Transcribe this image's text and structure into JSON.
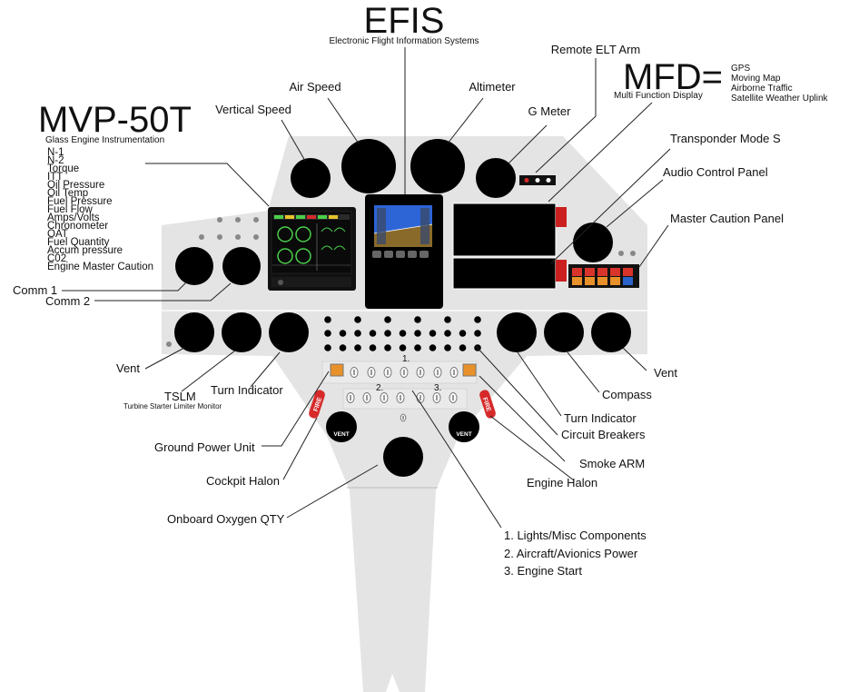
{
  "headings": {
    "efis_title": "EFIS",
    "efis_subtitle": "Electronic Flight Information Systems",
    "mfd_title": "MFD=",
    "mfd_subtitle": "Multi Function Display",
    "mfd_items": [
      "GPS",
      "Moving Map",
      "Airborne Traffic",
      "Satellite Weather Uplink"
    ],
    "mvp_title": "MVP-50T",
    "mvp_subtitle": "Glass Engine Instrumentation",
    "mvp_items": [
      "N-1",
      "N-2",
      "Torque",
      "ITT",
      "Oil Pressure",
      "Oil Temp",
      "Fuel Pressure",
      "Fuel Flow",
      "Amps/Volts",
      "Chronometer",
      "OAT",
      "Fuel Quantity",
      "Accum pressure",
      "C02",
      "Engine Master Caution"
    ]
  },
  "labels": {
    "air_speed": "Air Speed",
    "altimeter": "Altimeter",
    "vertical_speed": "Vertical Speed",
    "g_meter": "G Meter",
    "remote_elt_arm": "Remote ELT Arm",
    "transponder": "Transponder Mode S",
    "audio_control": "Audio Control Panel",
    "master_caution": "Master Caution Panel",
    "comm1": "Comm 1",
    "comm2": "Comm 2",
    "vent_left": "Vent",
    "vent_right": "Vent",
    "tslm": "TSLM",
    "tslm_sub": "Turbine Starter Limiter Monitor",
    "turn_indicator_left": "Turn Indicator",
    "turn_indicator_right": "Turn Indicator",
    "compass": "Compass",
    "circuit_breakers": "Circuit Breakers",
    "smoke_arm": "Smoke ARM",
    "engine_halon": "Engine Halon",
    "ground_power": "Ground Power Unit",
    "cockpit_halon": "Cockpit Halon",
    "oxygen": "Onboard Oxygen QTY"
  },
  "switch_legend": [
    "1. Lights/Misc Components",
    "2. Aircraft/Avionics Power",
    "3. Engine Start"
  ],
  "panel_marks": {
    "fire_left": "FIRE",
    "fire_right": "FIRE",
    "vent_knob_left": "VENT",
    "vent_knob_right": "VENT",
    "switch_group_1": "1.",
    "switch_group_2": "2.",
    "switch_group_3": "3."
  },
  "colors": {
    "panel": "#e4e4e4",
    "panel_light": "#eeeeee",
    "instrument": "#000000",
    "fire_red": "#d62a2a",
    "caution_orange": "#e8902a",
    "caution_red": "#d9342b",
    "caution_blue": "#2a63c9",
    "bracket_red": "#cc2020"
  }
}
